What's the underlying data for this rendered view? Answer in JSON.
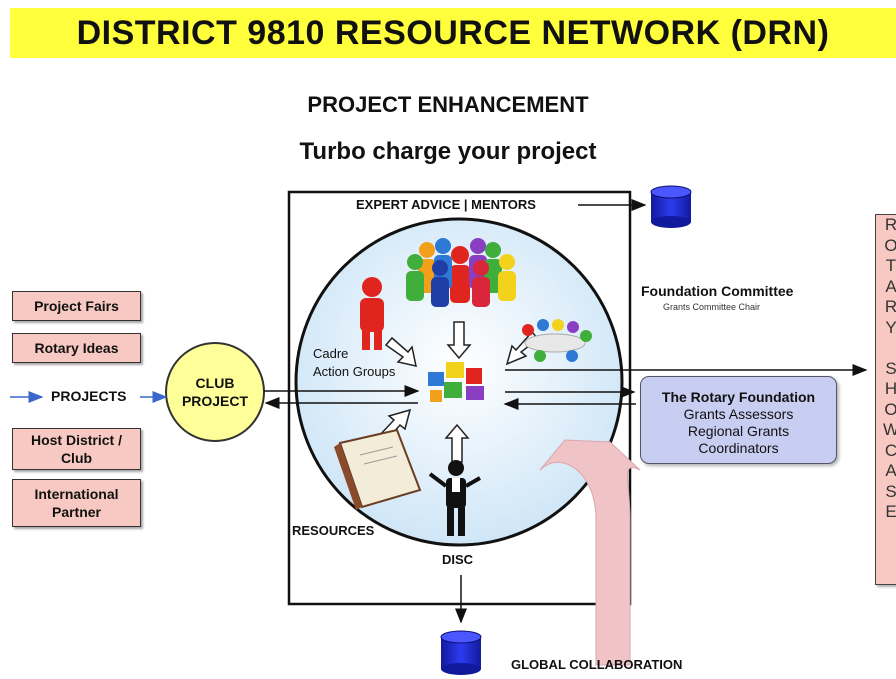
{
  "title": "DISTRICT 9810  RESOURCE NETWORK  (DRN)",
  "heading": "PROJECT  ENHANCEMENT",
  "subheading": "Turbo charge your project",
  "left_boxes": {
    "project_fairs": "Project Fairs",
    "rotary_ideas": "Rotary Ideas",
    "host_district": [
      "Host District /",
      "Club"
    ],
    "international_partner": [
      "International",
      "Partner"
    ]
  },
  "projects_label": "PROJECTS",
  "club_project": [
    "CLUB",
    "PROJECT"
  ],
  "frame": {
    "expert_advice": "EXPERT ADVICE | MENTORS",
    "cadre": "Cadre",
    "action_groups": "Action Groups",
    "resources": "RESOURCES",
    "disc": "DISC"
  },
  "foundation_committee": {
    "title": "Foundation Committee",
    "subtitle": "Grants Committee Chair"
  },
  "rotary_foundation": [
    "The Rotary Foundation",
    "Grants Assessors",
    "Regional Grants",
    "Coordinators"
  ],
  "showcase_letters": [
    "R",
    "O",
    "T",
    "A",
    "R",
    "Y",
    " ",
    "S",
    "H",
    "O",
    "W",
    "C",
    "A",
    "S",
    "E"
  ],
  "global_collaboration": "GLOBAL COLLABORATION",
  "colors": {
    "banner": "#ffff3c",
    "pink_box": "#f7c9c2",
    "club_circle": "#ffff99",
    "main_circle": "#dbeefa",
    "foundation_box": "#c8cdf2",
    "big_arrow": "#f0c4c7",
    "database": "#1e2ad6"
  }
}
